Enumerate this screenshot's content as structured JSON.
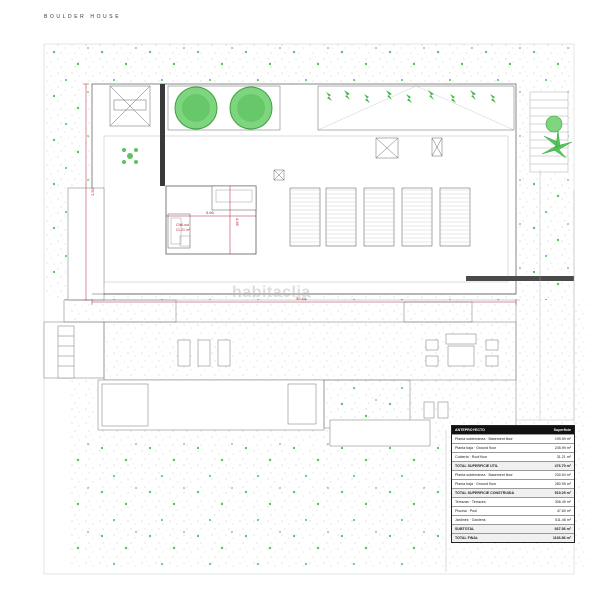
{
  "title": "BOULDER HOUSE",
  "watermark": "habitaclia",
  "dimensions": {
    "total_width": "30.44",
    "left_height": "1.50",
    "room_width": "5.66",
    "room_height": "4.66"
  },
  "room": {
    "name": "Chill-out",
    "area": "21.21 m²"
  },
  "table": {
    "header_label": "ANTEPROYECTO",
    "header_value": "Superficie",
    "rows": [
      {
        "label": "Planta subterránea · Basement floor",
        "value": "199.59 m²",
        "bold": false
      },
      {
        "label": "Planta baja · Ground floor",
        "value": "245.99 m²",
        "bold": false
      },
      {
        "label": "Cubierta · Roof floor",
        "value": "31.21 m²",
        "bold": false
      },
      {
        "label": "TOTAL SUPERFICIE ÚTIL",
        "value": "476.79 m²",
        "bold": true
      },
      {
        "label": "Planta subterránea · Basement floor",
        "value": "230.54 m²",
        "bold": false
      },
      {
        "label": "Planta baja · Ground floor",
        "value": "280.95 m²",
        "bold": false
      },
      {
        "label": "TOTAL SUPERFICIE CONSTRUIDA",
        "value": "519.29 m²",
        "bold": true
      },
      {
        "label": "Terrazas · Terraces",
        "value": "306.49 m²",
        "bold": false
      },
      {
        "label": "Piscina · Pool",
        "value": "47.60 m²",
        "bold": false
      },
      {
        "label": "Jardines · Gardens",
        "value": "511.46 m²",
        "bold": false
      },
      {
        "label": "SUBTOTAL",
        "value": "667.56 m²",
        "bold": true
      },
      {
        "label": "TOTAL FINAL",
        "value": "1166.86 m²",
        "bold": true
      }
    ]
  }
}
